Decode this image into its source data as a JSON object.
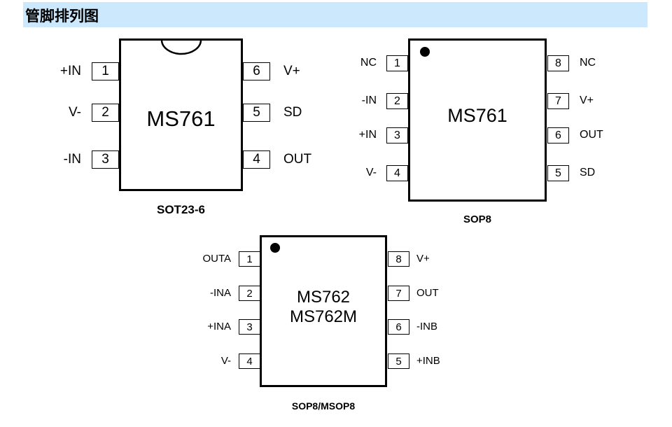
{
  "title": "管脚排列图",
  "chips": [
    {
      "id": "sot23",
      "labels": [
        "MS761"
      ],
      "package": "SOT23-6",
      "left_pins": [
        {
          "num": "1",
          "name": "+IN"
        },
        {
          "num": "2",
          "name": "V-"
        },
        {
          "num": "3",
          "name": "-IN"
        }
      ],
      "right_pins": [
        {
          "num": "6",
          "name": "V+"
        },
        {
          "num": "5",
          "name": "SD"
        },
        {
          "num": "4",
          "name": "OUT"
        }
      ]
    },
    {
      "id": "sop8",
      "labels": [
        "MS761"
      ],
      "package": "SOP8",
      "left_pins": [
        {
          "num": "1",
          "name": "NC"
        },
        {
          "num": "2",
          "name": "-IN"
        },
        {
          "num": "3",
          "name": "+IN"
        },
        {
          "num": "4",
          "name": "V-"
        }
      ],
      "right_pins": [
        {
          "num": "8",
          "name": "NC"
        },
        {
          "num": "7",
          "name": "V+"
        },
        {
          "num": "6",
          "name": "OUT"
        },
        {
          "num": "5",
          "name": "SD"
        }
      ]
    },
    {
      "id": "msop8",
      "labels": [
        "MS762",
        "MS762M"
      ],
      "package": "SOP8/MSOP8",
      "left_pins": [
        {
          "num": "1",
          "name": "OUTA"
        },
        {
          "num": "2",
          "name": "-INA"
        },
        {
          "num": "3",
          "name": "+INA"
        },
        {
          "num": "4",
          "name": "V-"
        }
      ],
      "right_pins": [
        {
          "num": "8",
          "name": "V+"
        },
        {
          "num": "7",
          "name": "OUT"
        },
        {
          "num": "6",
          "name": "-INB"
        },
        {
          "num": "5",
          "name": "+INB"
        }
      ]
    }
  ]
}
